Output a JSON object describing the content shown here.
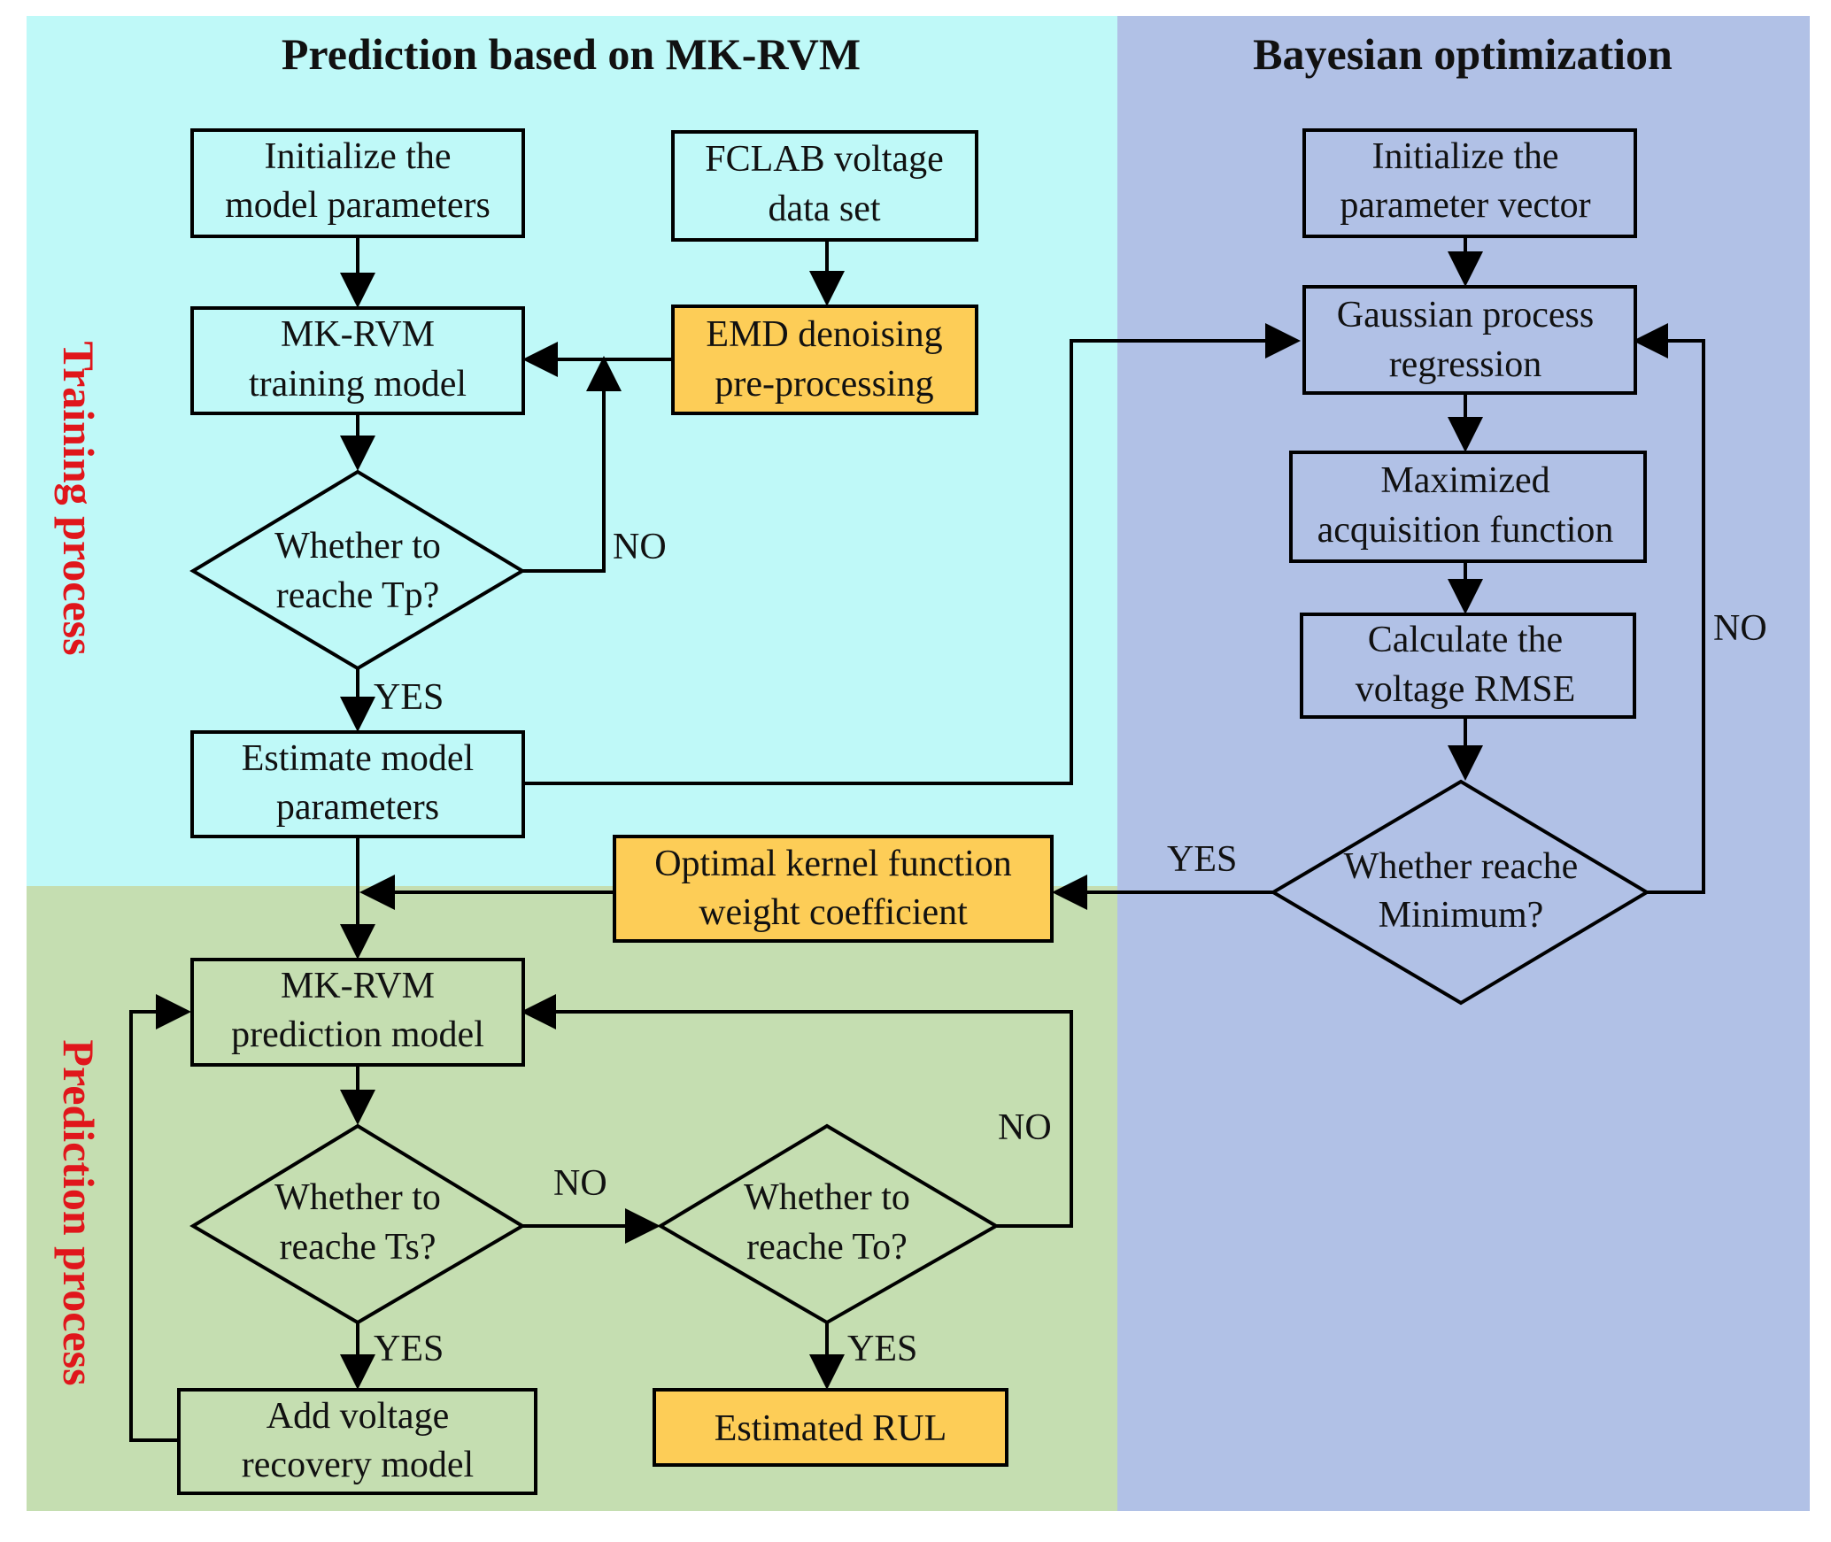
{
  "colors": {
    "training_bg": "#bff9f8",
    "prediction_bg": "#c5deb1",
    "bayes_bg": "#b1c1e6",
    "highlight": "#fdcd57",
    "side_label": "#e0161b"
  },
  "headers": {
    "left": "Prediction based on MK-RVM",
    "right": "Bayesian optimization"
  },
  "side_labels": {
    "training": "Training process",
    "prediction": "Prediction process"
  },
  "nodes": {
    "init_model": [
      "Initialize the",
      "model parameters"
    ],
    "fclab": [
      "FCLAB voltage",
      "data set"
    ],
    "mkrvm_train": [
      "MK-RVM",
      "training model"
    ],
    "emd": [
      "EMD denoising",
      "pre-processing"
    ],
    "reach_tp": [
      "Whether to",
      "reache Tp?"
    ],
    "estimate": [
      "Estimate model",
      "parameters"
    ],
    "init_vector": [
      "Initialize the",
      "parameter vector"
    ],
    "gpr": [
      "Gaussian process",
      "regression"
    ],
    "acq": [
      "Maximized",
      "acquisition function"
    ],
    "rmse": [
      "Calculate the",
      "voltage RMSE"
    ],
    "reach_min": [
      "Whether reache",
      "Minimum?"
    ],
    "optimal": [
      "Optimal kernel function",
      "weight coefficient"
    ],
    "mkrvm_pred": [
      "MK-RVM",
      "prediction model"
    ],
    "reach_ts": [
      "Whether to",
      "reache Ts?"
    ],
    "reach_to": [
      "Whether to",
      "reache To?"
    ],
    "add_voltage": [
      "Add voltage",
      "recovery model"
    ],
    "rul": [
      "Estimated RUL"
    ]
  },
  "edge_labels": {
    "tp_no": "NO",
    "tp_yes": "YES",
    "min_no": "NO",
    "min_yes": "YES",
    "ts_no": "NO",
    "ts_yes": "YES",
    "to_no": "NO",
    "to_yes": "YES"
  }
}
